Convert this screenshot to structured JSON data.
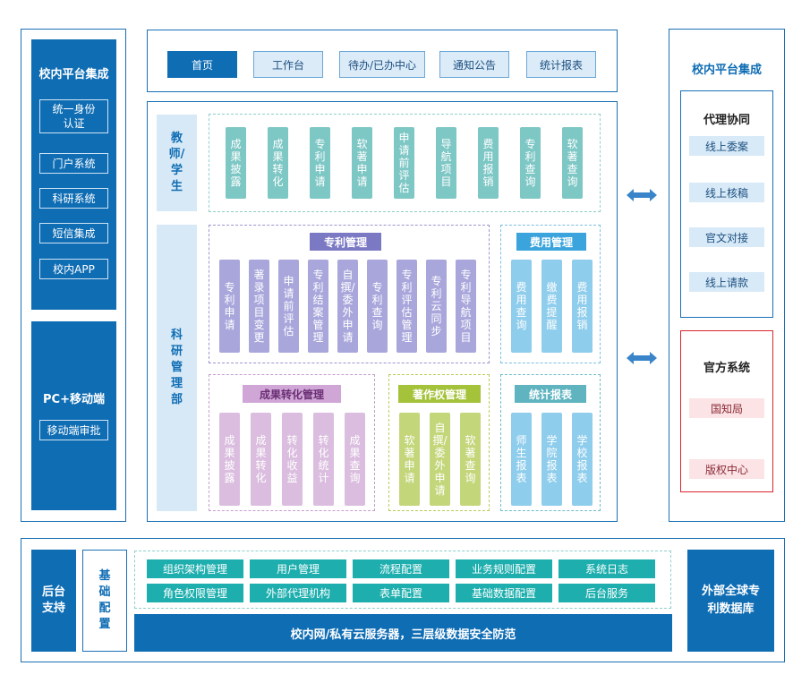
{
  "left": {
    "top_title": "校内平台集成",
    "top_items": [
      "统一身份认证",
      "门户系统",
      "科研系统",
      "短信集成",
      "校内APP"
    ],
    "mid_title": "PC+移动端",
    "mid_item": "移动端审批"
  },
  "nav": {
    "items": [
      "首页",
      "工作台",
      "待办/已办中心",
      "通知公告",
      "统计报表"
    ]
  },
  "teacher": {
    "label": "教师/学生",
    "items": [
      "成果披露",
      "成果转化",
      "专利申请",
      "软著申请",
      "申请前评估",
      "导航项目",
      "费用报销",
      "专利查询",
      "软著查询"
    ]
  },
  "dept": {
    "label": "科研管理部"
  },
  "patent": {
    "title": "专利管理",
    "items": [
      "专利申请",
      "著录项目变更",
      "申请前评估",
      "专利结案管理",
      "自撰/委外申请",
      "专利查询",
      "专利评估管理",
      "专利云同步",
      "专利导航项目"
    ]
  },
  "fee": {
    "title": "费用管理",
    "items": [
      "费用查询",
      "缴费提醒",
      "费用报销"
    ]
  },
  "result": {
    "title": "成果转化管理",
    "items": [
      "成果披露",
      "成果转化",
      "转化收益",
      "转化统计",
      "成果查询"
    ]
  },
  "copyright": {
    "title": "著作权管理",
    "items": [
      "软著申请",
      "自撰/委外申请",
      "软著查询"
    ]
  },
  "stats": {
    "title": "统计报表",
    "items": [
      "师生报表",
      "学院报表",
      "学校报表"
    ]
  },
  "right": {
    "title": "校内平台集成",
    "proxy_title": "代理协同",
    "proxy_items": [
      "线上委案",
      "线上核稿",
      "官文对接",
      "线上请款"
    ],
    "official_title": "官方系统",
    "official_items": [
      "国知局",
      "版权中心"
    ]
  },
  "bottom": {
    "support": "后台支持",
    "config": "基础配置",
    "buttons": [
      "组织架构管理",
      "用户管理",
      "流程配置",
      "业务规则配置",
      "系统日志",
      "角色权限管理",
      "外部代理机构",
      "表单配置",
      "基础数据配置",
      "后台服务"
    ],
    "bar": "校内网/私有云服务器，三层级数据安全防范",
    "external": "外部全球专利数据库"
  },
  "colors": {
    "accent": "#0f6db4",
    "teal": "#7dc7c5",
    "purple": "#a8a6db",
    "lightblue": "#8fcdec",
    "pink": "#dbbedf",
    "green": "#c3d67a",
    "red": "#d9262c"
  }
}
